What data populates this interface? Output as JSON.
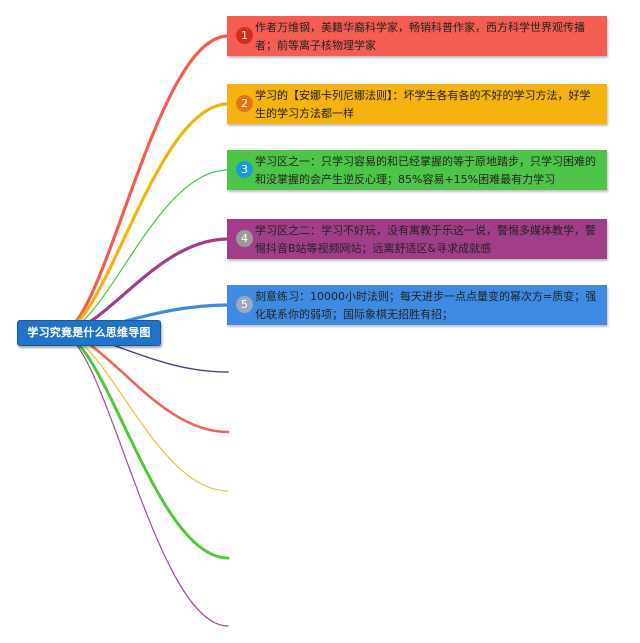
{
  "root": {
    "label": "学习究竟是什么思维导图"
  },
  "topics": [
    {
      "number": "1",
      "text": "作者万维钢，美籍华裔科学家，畅销科普作家，西方科学世界观传播者；前等离子核物理学家",
      "color": "#f55c52"
    },
    {
      "number": "2",
      "text": "学习的【安娜卡列尼娜法则】：坏学生各有各的不好的学习方法，好学生的学习方法都一样",
      "color": "#f5b30f"
    },
    {
      "number": "3",
      "text": "学习区之一：只学习容易的和已经掌握的等于原地踏步，只学习困难的和没掌握的会产生逆反心理；85%容易+15%困难最有力学习",
      "color": "#4cc548"
    },
    {
      "number": "4",
      "text": "学习区之二：学习不好玩，没有寓教于乐这一说，警惕多媒体教学，警惕抖音B站等视频网站；远离舒适区&寻求成就感",
      "color": "#a23d89"
    },
    {
      "number": "5",
      "text": "刻意练习：10000小时法则；每天进步一点点量变的幂次方=质变；强化联系你的弱项；国际象棋无招胜有招；",
      "color": "#3f8be3"
    }
  ],
  "empty_branches": [
    {
      "color": "#503e8f"
    },
    {
      "color": "#f0655a"
    },
    {
      "color": "#f1c02e"
    },
    {
      "color": "#4fc93a"
    },
    {
      "color": "#9c4ea0"
    }
  ]
}
